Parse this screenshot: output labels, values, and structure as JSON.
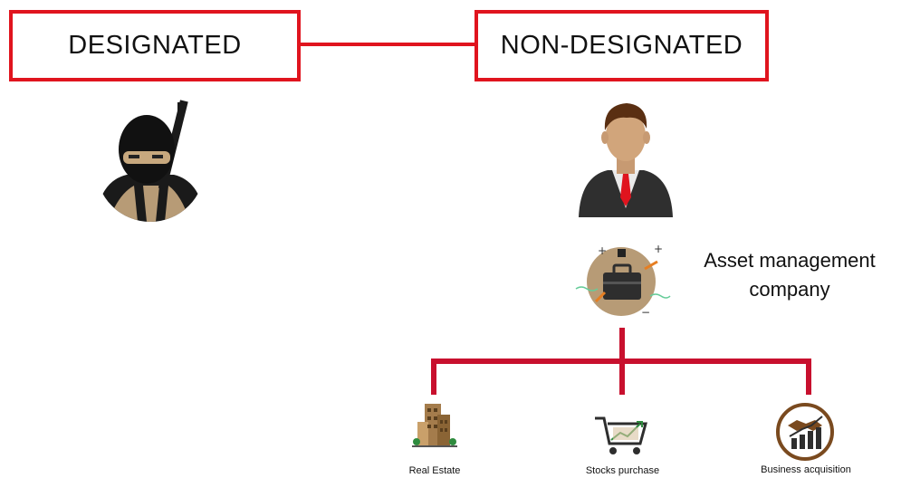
{
  "nodes": {
    "designated": "DESIGNATED",
    "non_designated": "NON-DESIGNATED",
    "asset_company_line1": "Asset management",
    "asset_company_line2": "company"
  },
  "leaves": [
    {
      "label": "Real Estate",
      "icon": "buildings-icon"
    },
    {
      "label": "Stocks purchase",
      "icon": "shopping-cart-chart-icon"
    },
    {
      "label": "Business acquisition",
      "icon": "handshake-growth-icon"
    }
  ],
  "colors": {
    "accent_red": "#e0141e",
    "tree_red": "#c8102e",
    "tan": "#b79b76"
  }
}
